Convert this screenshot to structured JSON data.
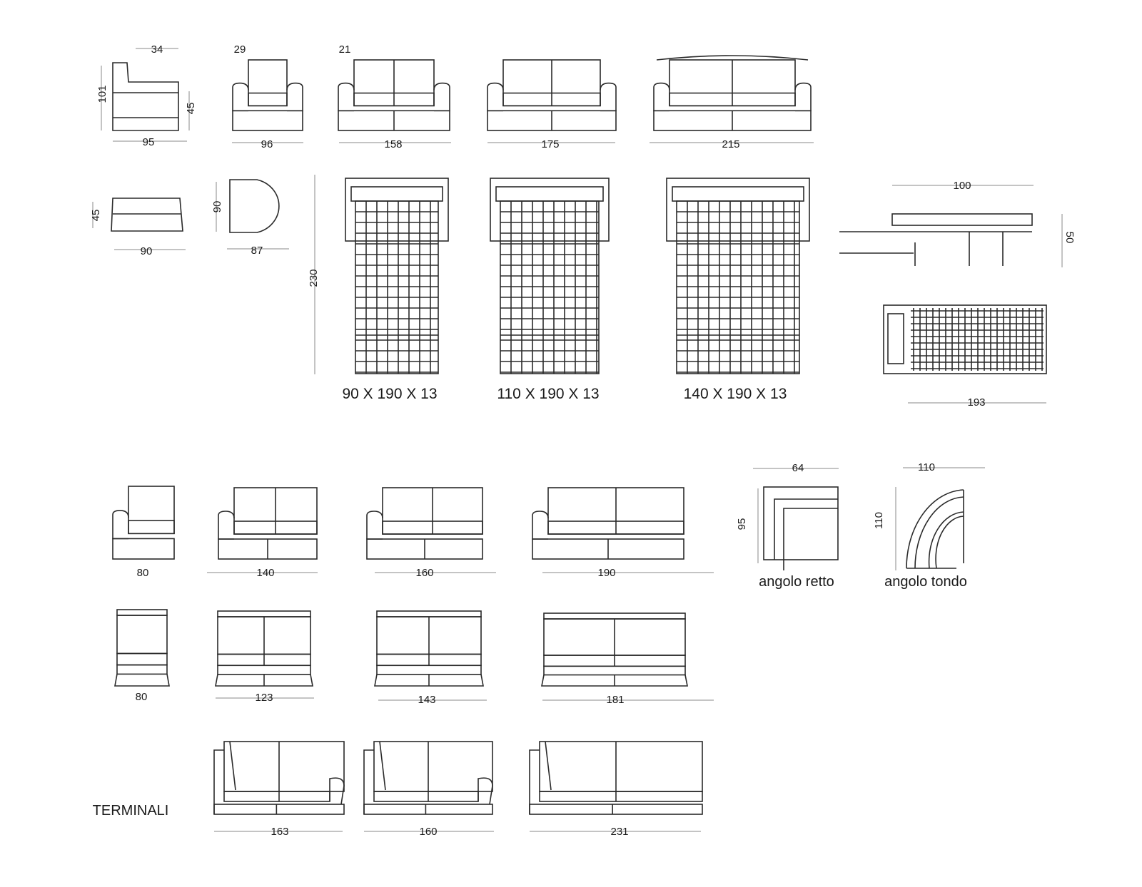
{
  "colors": {
    "ink": "#2a2a2a",
    "paper": "#ffffff",
    "faint": "#9a9a9a"
  },
  "armchair_side": {
    "depth_top": "34",
    "height": "101",
    "seat_height": "45",
    "depth": "95"
  },
  "armchair_front": {
    "arm": "29",
    "width": "96"
  },
  "sofa_2": {
    "arm": "21",
    "width": "158"
  },
  "sofa_2_large": {
    "width": "175"
  },
  "sofa_3": {
    "width": "215"
  },
  "pouf": {
    "height": "45",
    "width": "90"
  },
  "pouf_round": {
    "depth": "90",
    "width": "87"
  },
  "bed_length": "230",
  "beds": [
    {
      "label": "90 X 190 X 13"
    },
    {
      "label": "110 X 190 X 13"
    },
    {
      "label": "140 X 190 X 13"
    }
  ],
  "bed_side": {
    "width": "100",
    "height": "50",
    "length": "193"
  },
  "modules_arm": [
    "80",
    "140",
    "160",
    "190"
  ],
  "modules_armless": [
    "80",
    "123",
    "143",
    "181"
  ],
  "corners": [
    {
      "label": "angolo retto",
      "width": "64",
      "depth": "95"
    },
    {
      "label": "angolo tondo",
      "width": "110",
      "depth": "110"
    }
  ],
  "terminali": {
    "title": "TERMINALI",
    "widths": [
      "163",
      "160",
      "231"
    ]
  }
}
